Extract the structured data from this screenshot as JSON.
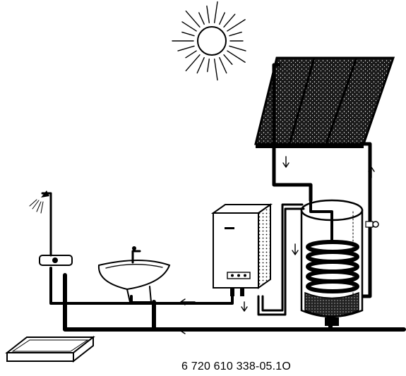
{
  "figure": {
    "caption": "6 720 610 338-05.1O"
  },
  "components": {
    "sun": "sun-icon",
    "collector": "solar-collector",
    "boiler": "combi-boiler",
    "tank": "hot-water-storage-tank",
    "coil": "heat-exchanger-coil",
    "sink": "washbasin",
    "tap": "faucet-icon",
    "shower": "shower-icon",
    "mixer": "shower-mixer",
    "tray": "shower-tray"
  },
  "colors": {
    "ink": "#000000",
    "background": "#ffffff"
  }
}
